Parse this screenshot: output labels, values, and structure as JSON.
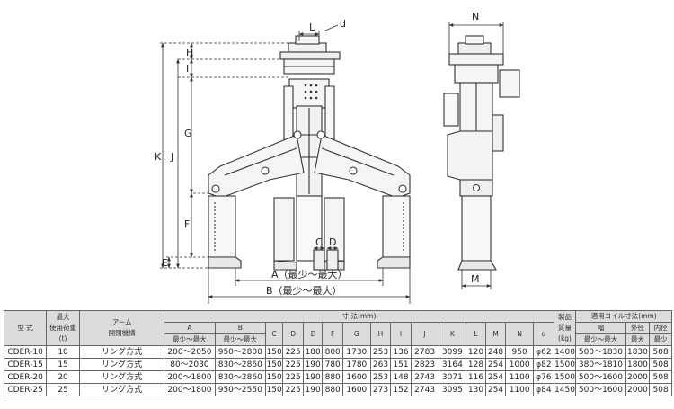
{
  "front_labels": {
    "L": "L",
    "d": "d",
    "H": "H",
    "I": "I",
    "G": "G",
    "K": "K",
    "J": "J",
    "F": "F",
    "E": "E",
    "C": "C",
    "D": "D",
    "A": "A（最少～最大）",
    "B": "B（最少～最大）"
  },
  "side_labels": {
    "N": "N",
    "M": "M"
  },
  "table": {
    "h_model": "型 式",
    "h_load": [
      "最大",
      "使用荷重",
      "(t)"
    ],
    "h_arm": [
      "アーム",
      "開閉機構"
    ],
    "h_dims": "寸 法(mm)",
    "h_weight": [
      "製品",
      "質量",
      "(kg)"
    ],
    "h_coil": "適用コイル寸法(mm)",
    "dim_cols": [
      "A",
      "B",
      "C",
      "D",
      "E",
      "F",
      "G",
      "H",
      "I",
      "J",
      "K",
      "L",
      "M",
      "N",
      "d"
    ],
    "range_sub": "最少～最大",
    "coil_cols": [
      [
        "幅",
        "最少～最大"
      ],
      [
        "外径",
        "最大"
      ],
      [
        "内径",
        "最少"
      ]
    ],
    "rows": [
      [
        "CDER-10",
        "10",
        "リング方式",
        "200～2050",
        "950～2800",
        "150",
        "225",
        "180",
        "800",
        "1730",
        "253",
        "136",
        "2783",
        "3099",
        "120",
        "248",
        "950",
        "φ62",
        "1400",
        "500～1830",
        "1830",
        "508"
      ],
      [
        "CDER-15",
        "15",
        "リング方式",
        "80～2030",
        "830～2860",
        "150",
        "225",
        "190",
        "780",
        "1780",
        "263",
        "151",
        "2823",
        "3164",
        "128",
        "254",
        "1000",
        "φ82",
        "1500",
        "380～1810",
        "1800",
        "508"
      ],
      [
        "CDER-20",
        "20",
        "リング方式",
        "200～1800",
        "830～2860",
        "150",
        "225",
        "190",
        "880",
        "1600",
        "253",
        "148",
        "2743",
        "3071",
        "116",
        "254",
        "1100",
        "φ76",
        "1500",
        "500～1600",
        "2000",
        "508"
      ],
      [
        "CDER-25",
        "25",
        "リング方式",
        "200～1800",
        "950～2550",
        "150",
        "225",
        "190",
        "880",
        "1600",
        "273",
        "152",
        "2743",
        "3095",
        "130",
        "254",
        "1100",
        "φ84",
        "1450",
        "500～1600",
        "2000",
        "508"
      ]
    ]
  }
}
